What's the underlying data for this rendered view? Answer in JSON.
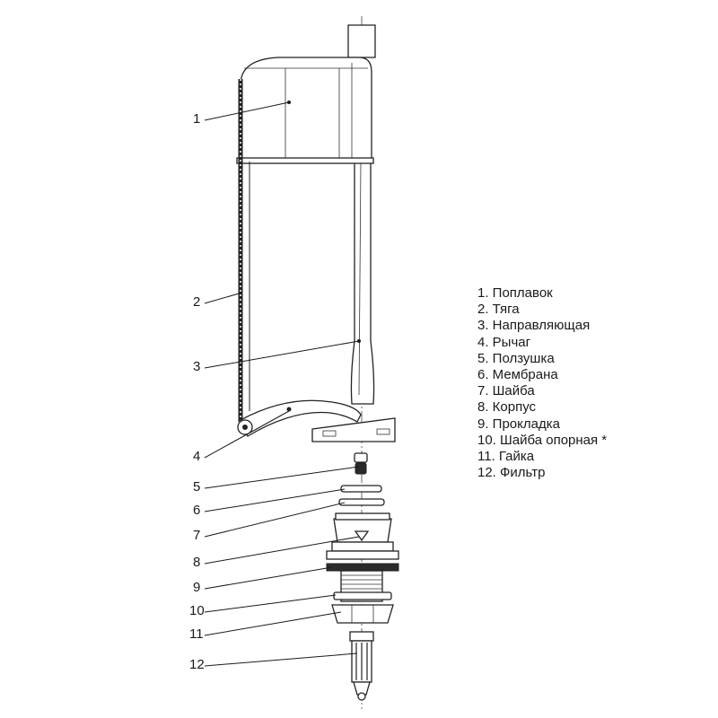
{
  "callout_numbers": [
    "1",
    "2",
    "3",
    "4",
    "5",
    "6",
    "7",
    "8",
    "9",
    "10",
    "11",
    "12"
  ],
  "legend": [
    "1. Поплавок",
    "2. Тяга",
    "3. Направляющая",
    "4. Рычаг",
    "5. Ползушка",
    "6. Мембрана",
    "7. Шайба",
    "8. Корпус",
    "9. Прокладка",
    "10. Шайба опорная *",
    "11. Гайка",
    "12. Фильтр"
  ]
}
